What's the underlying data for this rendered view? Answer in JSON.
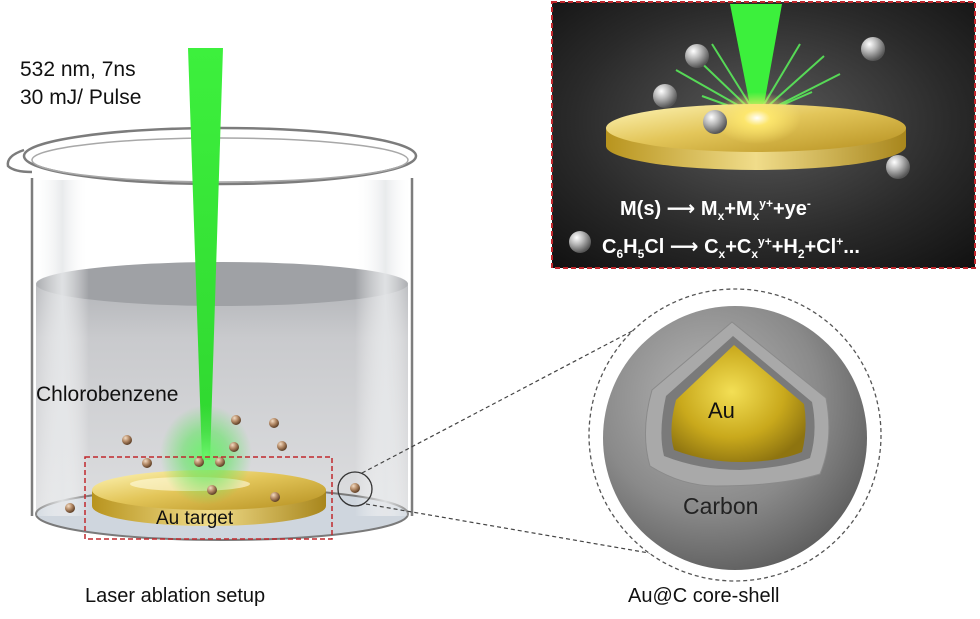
{
  "laser": {
    "line1": "532 nm, 7ns",
    "line2": "30 mJ/ Pulse"
  },
  "labels": {
    "solvent": "Chlorobenzene",
    "target": "Au target",
    "core": "Au",
    "shell": "Carbon"
  },
  "captions": {
    "left": "Laser ablation setup",
    "right": "Au@C core-shell"
  },
  "equations": {
    "eq1": {
      "a": "M(s)",
      "arrow": "⟶",
      "b": "M",
      "b_sub": "x",
      "c": "+M",
      "c_sub": "x",
      "c_sup": "y+",
      "d": "+ye",
      "d_sup": "-"
    },
    "eq2": {
      "a": "C",
      "a_sub1": "6",
      "a_mid": "H",
      "a_sub2": "5",
      "a_end": "Cl",
      "arrow": "⟶",
      "b": "C",
      "b_sub": "x",
      "c": "+C",
      "c_sub": "x",
      "c_sup": "y+",
      "d": "+H",
      "d_sub": "2",
      "e": "+Cl",
      "e_sup": "+",
      "f": "..."
    }
  },
  "colors": {
    "laser": "#3be63b",
    "gold": "#d4b43c",
    "carbon": "#707070",
    "inset_border": "#c0282d",
    "liquid": "#c8c9cc"
  },
  "icons": {
    "particle": "sphere-icon",
    "beaker": "beaker-icon"
  }
}
